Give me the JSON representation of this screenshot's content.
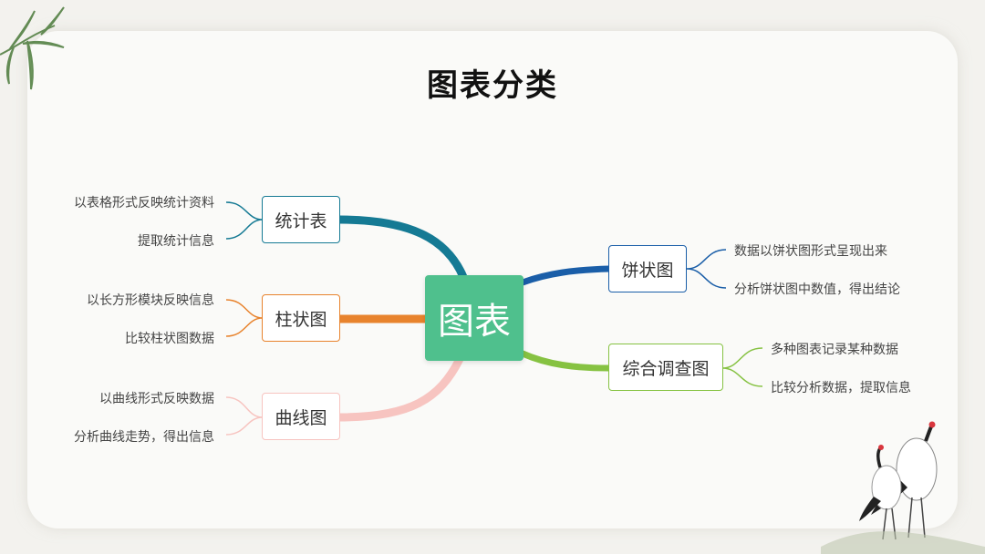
{
  "title": "图表分类",
  "center": {
    "label": "图表",
    "color": "#4fc08d"
  },
  "branches": [
    {
      "label": "统计表",
      "color": "#157a94",
      "leaves": [
        "以表格形式反映统计资料",
        "提取统计信息"
      ]
    },
    {
      "label": "柱状图",
      "color": "#e8832d",
      "leaves": [
        "以长方形模块反映信息",
        "比较柱状图数据"
      ]
    },
    {
      "label": "曲线图",
      "color": "#f7c4c0",
      "leaves": [
        "以曲线形式反映数据",
        "分析曲线走势，得出信息"
      ]
    },
    {
      "label": "饼状图",
      "color": "#1a5ea8",
      "leaves": [
        "数据以饼状图形式呈现出来",
        "分析饼状图中数值，得出结论"
      ]
    },
    {
      "label": "综合调查图",
      "color": "#86c242",
      "leaves": [
        "多种图表记录某种数据",
        "比较分析数据，提取信息"
      ]
    }
  ]
}
